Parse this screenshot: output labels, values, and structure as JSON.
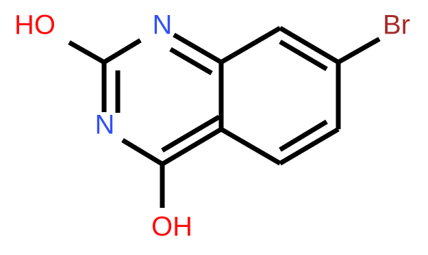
{
  "molecule": {
    "atoms": [
      {
        "id": "o-top",
        "label": "HO",
        "element": "O"
      },
      {
        "id": "n-top",
        "label": "N",
        "element": "N"
      },
      {
        "id": "n-left",
        "label": "N",
        "element": "N"
      },
      {
        "id": "o-bottom",
        "label": "OH",
        "element": "O"
      },
      {
        "id": "br",
        "label": "Br",
        "element": "Br"
      }
    ]
  },
  "colors": {
    "bond": "#000000",
    "oxygen": "#ff0d0d",
    "nitrogen": "#3050f8",
    "bromine": "#a62929",
    "background": "#ffffff"
  }
}
